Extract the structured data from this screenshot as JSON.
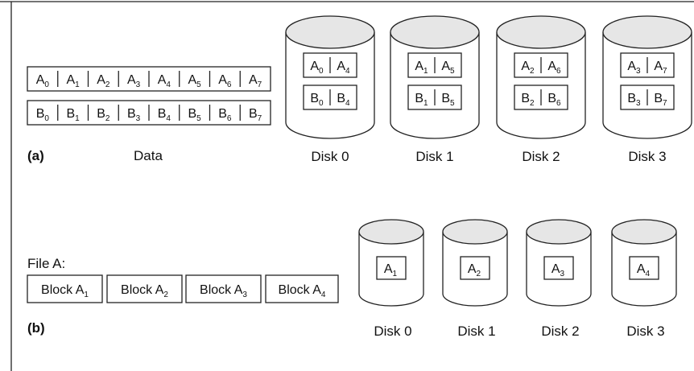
{
  "panel_a": {
    "tag": "(a)",
    "data_label": "Data",
    "data_rows": [
      [
        [
          "A",
          "0"
        ],
        [
          "A",
          "1"
        ],
        [
          "A",
          "2"
        ],
        [
          "A",
          "3"
        ],
        [
          "A",
          "4"
        ],
        [
          "A",
          "5"
        ],
        [
          "A",
          "6"
        ],
        [
          "A",
          "7"
        ]
      ],
      [
        [
          "B",
          "0"
        ],
        [
          "B",
          "1"
        ],
        [
          "B",
          "2"
        ],
        [
          "B",
          "3"
        ],
        [
          "B",
          "4"
        ],
        [
          "B",
          "5"
        ],
        [
          "B",
          "6"
        ],
        [
          "B",
          "7"
        ]
      ]
    ],
    "disks": [
      {
        "label": "Disk 0",
        "rows": [
          [
            [
              "A",
              "0"
            ],
            [
              "A",
              "4"
            ]
          ],
          [
            [
              "B",
              "0"
            ],
            [
              "B",
              "4"
            ]
          ]
        ]
      },
      {
        "label": "Disk 1",
        "rows": [
          [
            [
              "A",
              "1"
            ],
            [
              "A",
              "5"
            ]
          ],
          [
            [
              "B",
              "1"
            ],
            [
              "B",
              "5"
            ]
          ]
        ]
      },
      {
        "label": "Disk 2",
        "rows": [
          [
            [
              "A",
              "2"
            ],
            [
              "A",
              "6"
            ]
          ],
          [
            [
              "B",
              "2"
            ],
            [
              "B",
              "6"
            ]
          ]
        ]
      },
      {
        "label": "Disk 3",
        "rows": [
          [
            [
              "A",
              "3"
            ],
            [
              "A",
              "7"
            ]
          ],
          [
            [
              "B",
              "3"
            ],
            [
              "B",
              "7"
            ]
          ]
        ]
      }
    ]
  },
  "panel_b": {
    "tag": "(b)",
    "file_label": "File A:",
    "blocks": [
      {
        "prefix": "Block A",
        "sub": "1"
      },
      {
        "prefix": "Block A",
        "sub": "2"
      },
      {
        "prefix": "Block A",
        "sub": "3"
      },
      {
        "prefix": "Block A",
        "sub": "4"
      }
    ],
    "disks": [
      {
        "label": "Disk 0",
        "cell": [
          "A",
          "1"
        ]
      },
      {
        "label": "Disk 1",
        "cell": [
          "A",
          "2"
        ]
      },
      {
        "label": "Disk 2",
        "cell": [
          "A",
          "3"
        ]
      },
      {
        "label": "Disk 3",
        "cell": [
          "A",
          "4"
        ]
      }
    ]
  },
  "colors": {
    "line": "#222222",
    "disk_top": "#e6e6e6",
    "background": "#ffffff"
  }
}
